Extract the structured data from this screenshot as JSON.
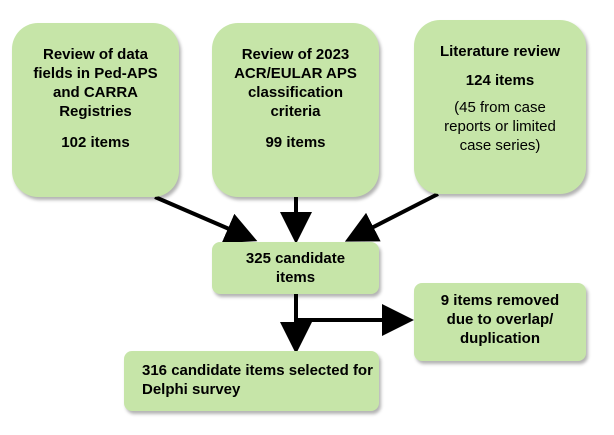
{
  "sources": [
    {
      "title": "Review of data fields in Ped-APS and CARRA Registries",
      "count": "102 items"
    },
    {
      "title": "Review of 2023 ACR/EULAR APS classification criteria",
      "count": "99 items"
    },
    {
      "title": "Literature review",
      "count": "124 items",
      "note": "(45 from case reports or limited case series)"
    }
  ],
  "candidates": {
    "label": "325 candidate items"
  },
  "removed": {
    "label": "9 items removed due to overlap/ duplication"
  },
  "selected": {
    "label": "316 candidate items selected for Delphi survey"
  },
  "colors": {
    "box_fill": "#c6e5a8",
    "arrow": "#000000"
  }
}
